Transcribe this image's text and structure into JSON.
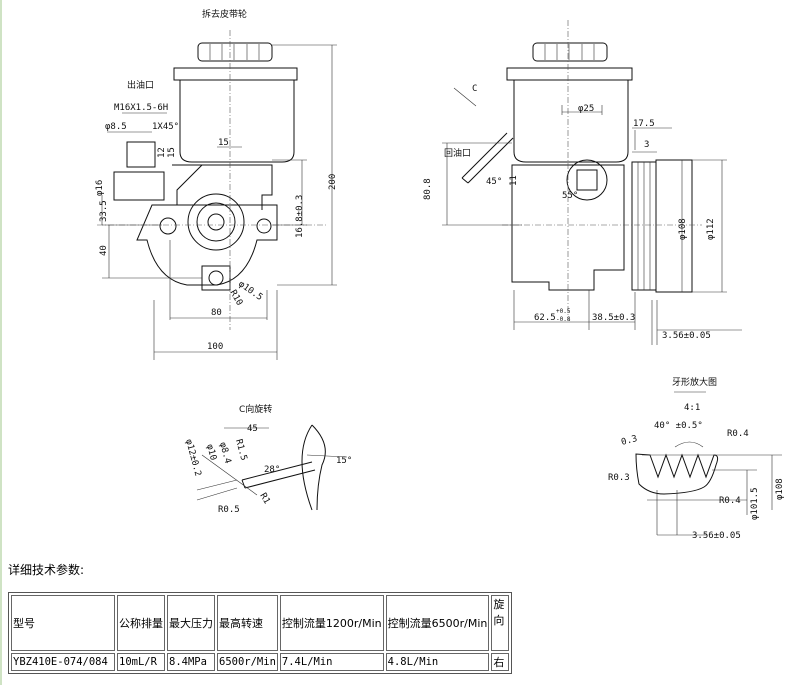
{
  "drawing": {
    "front_title": "拆去皮带轮",
    "outlet": "出油口",
    "thread": "M16X1.5-6H",
    "d85": "φ8.5",
    "chamfer": "1X45°",
    "d15": "15",
    "d12v": "12",
    "d15v": "15",
    "phi16": "φ16",
    "d335": "33.5",
    "d40": "40",
    "d168": "16.8±0.3",
    "d200": "200",
    "phi105": "φ10.5",
    "r10": "R10",
    "d80": "80",
    "d100": "100",
    "view_c": "C",
    "phi25": "φ25",
    "d175": "17.5",
    "d3": "3",
    "return_port": "回油口",
    "d808": "80.8",
    "a45": "45°",
    "d11": "11",
    "a55": "55°",
    "phi108": "φ108",
    "phi112": "φ112",
    "d625": "62.5",
    "d625_tol_up": "+0.5",
    "d625_tol_dn": "-0.8",
    "d385": "38.5±0.3",
    "d356": "3.56±0.05",
    "c_title": "C向旋转",
    "c45": "45",
    "c_phi12": "φ12±0.2",
    "c_phi10": "φ10",
    "c_phi84": "φ8.4",
    "c_r15": "R1.5",
    "c_a28": "28°",
    "c_a15": "15°",
    "c_r1": "R1",
    "c_r05": "R0.5",
    "t_title": "牙形放大图",
    "t_scale": "4:1",
    "t_angle": "40° ±0.5°",
    "t_03": "0.3",
    "t_r04a": "R0.4",
    "t_r03": "R0.3",
    "t_r04b": "R0.4",
    "t_phi1015": "φ101.5",
    "t_phi108": "φ108",
    "t_356": "3.56±0.05"
  },
  "heading": "详细技术参数:",
  "table": {
    "headers": [
      "型号",
      "公称排量",
      "最大压力",
      "最高转速",
      "控制流量1200r/Min",
      "控制流量6500r/Min",
      "旋向"
    ],
    "row": [
      "YBZ410E-074/084",
      "10mL/R",
      "8.4MPa",
      "6500r/Min",
      "7.4L/Min",
      "4.8L/Min",
      "右"
    ]
  }
}
